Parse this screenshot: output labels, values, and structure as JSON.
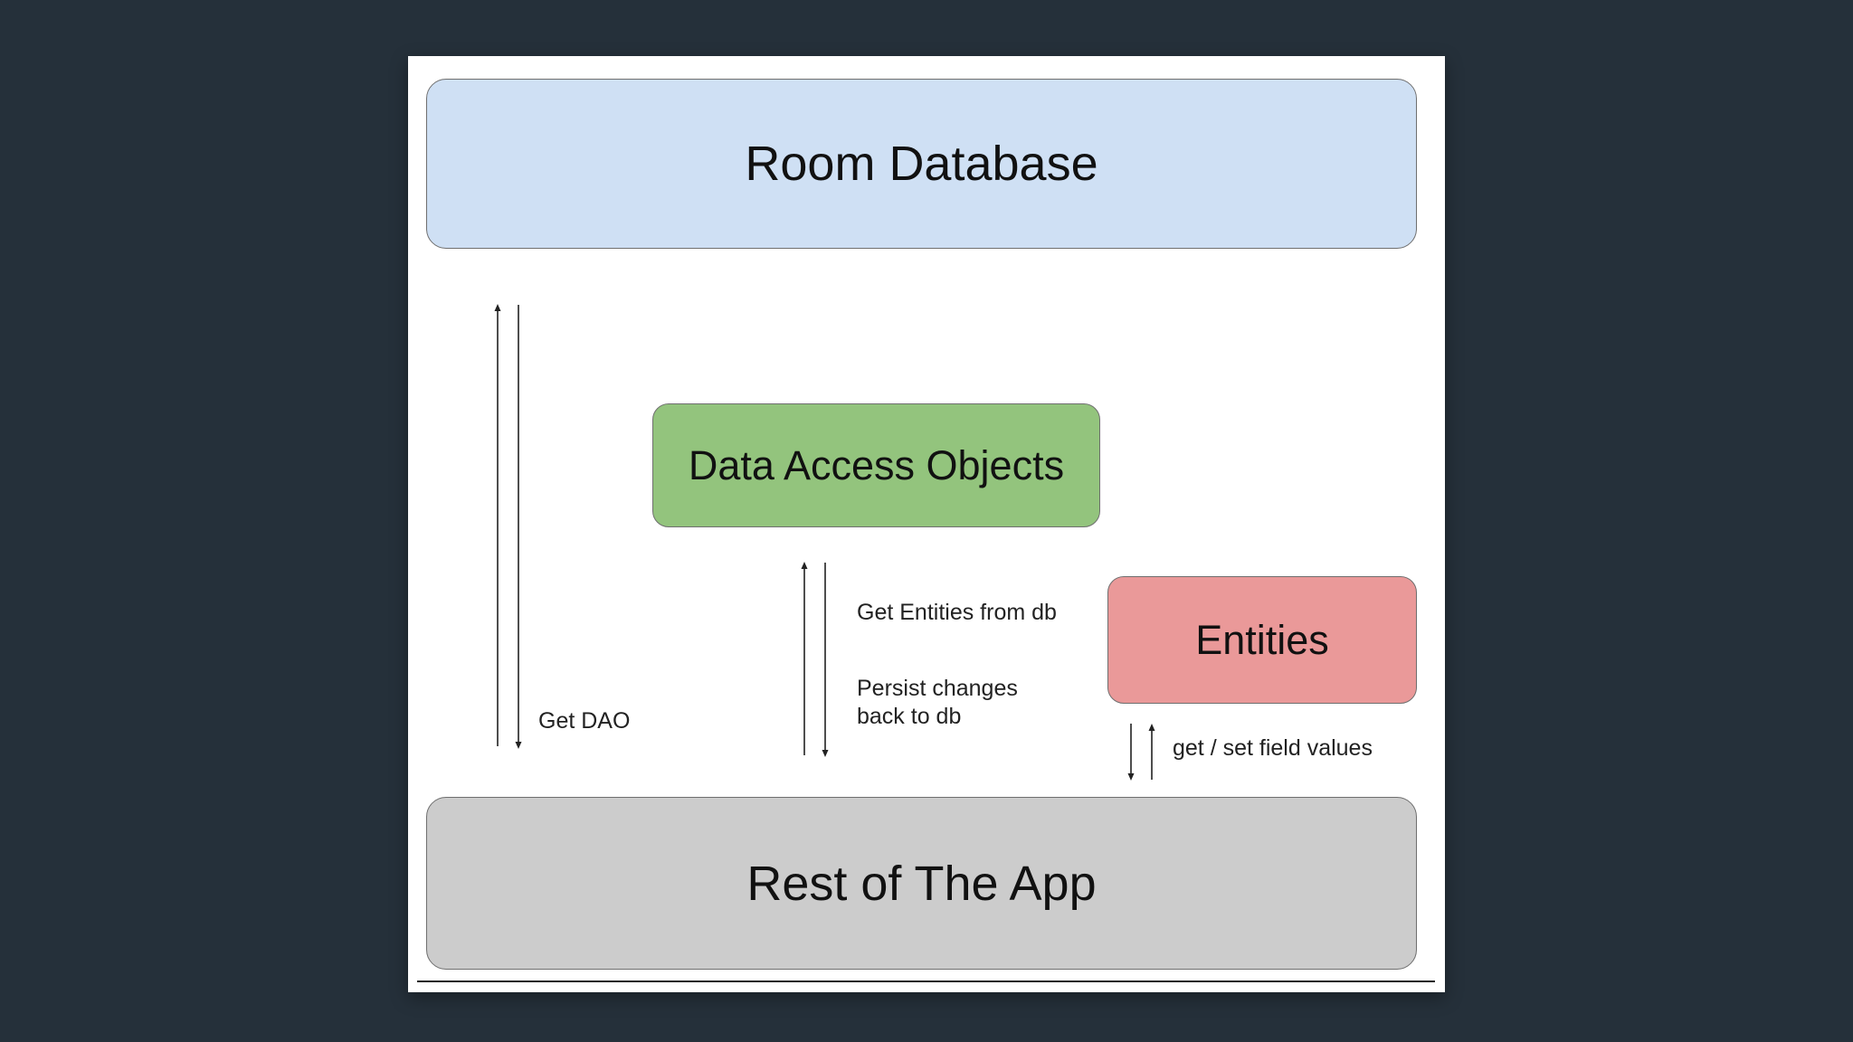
{
  "diagram": {
    "nodes": {
      "room_database": "Room Database",
      "data_access_objects": "Data Access Objects",
      "entities": "Entities",
      "rest_of_app": "Rest of The App"
    },
    "edges": {
      "get_dao": "Get DAO",
      "get_entities": "Get Entities from db",
      "persist_line1": "Persist changes",
      "persist_line2": "back to db",
      "field_values": "get / set field values"
    },
    "colors": {
      "background": "#25303a",
      "room_database": "#cfe0f4",
      "data_access_objects": "#93c47d",
      "entities": "#ea9999",
      "rest_of_app": "#cccccc"
    }
  }
}
